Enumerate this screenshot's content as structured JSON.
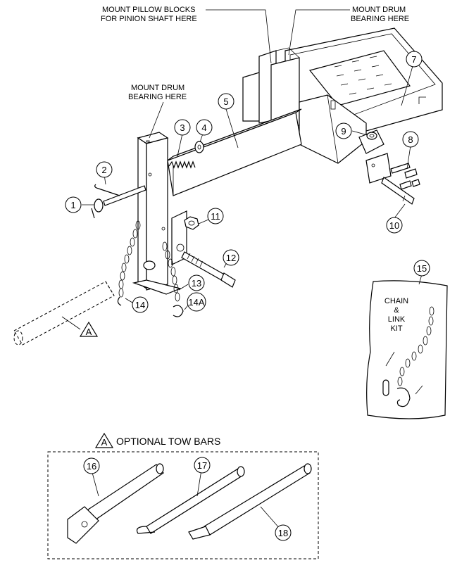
{
  "callouts": {
    "mount_pillow_blocks": [
      "MOUNT PILLOW BLOCKS",
      "FOR PINION SHAFT HERE"
    ],
    "mount_drum_bearing_top": [
      "MOUNT DRUM",
      "BEARING HERE"
    ],
    "mount_drum_bearing_left": [
      "MOUNT DRUM",
      "BEARING HERE"
    ],
    "chain_link_kit": [
      "CHAIN",
      "&",
      "LINK",
      "KIT"
    ]
  },
  "parts": {
    "p1": "1",
    "p2": "2",
    "p3": "3",
    "p4": "4",
    "p5": "5",
    "p6": "7",
    "p7": "8",
    "p8": "9",
    "p9": "10",
    "p10": "11",
    "p11": "12",
    "p12": "13",
    "p13": "14",
    "p14": "14A",
    "p15": "15",
    "p16": "16",
    "p17": "17",
    "p18": "18",
    "tow_ref": "A"
  },
  "optional_section": {
    "marker": "A",
    "title": "OPTIONAL TOW BARS"
  }
}
